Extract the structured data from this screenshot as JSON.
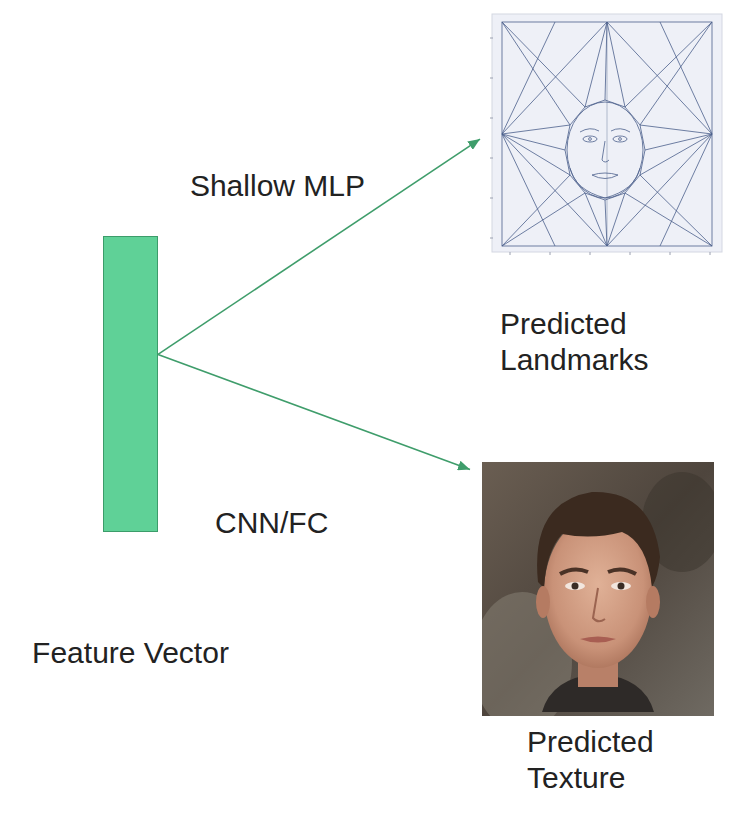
{
  "diagram": {
    "nodes": [
      {
        "text": [
          "Feature Vector"
        ]
      },
      {
        "text": [
          "Predicted Landmarks"
        ]
      },
      {
        "text": [
          "Predicted Texture"
        ]
      }
    ],
    "edges": [
      {
        "from": 0,
        "to": 1,
        "arrow": "to",
        "label": "Shallow MLP"
      },
      {
        "from": 0,
        "to": 2,
        "arrow": "to",
        "label": "CNN/FC"
      }
    ]
  }
}
